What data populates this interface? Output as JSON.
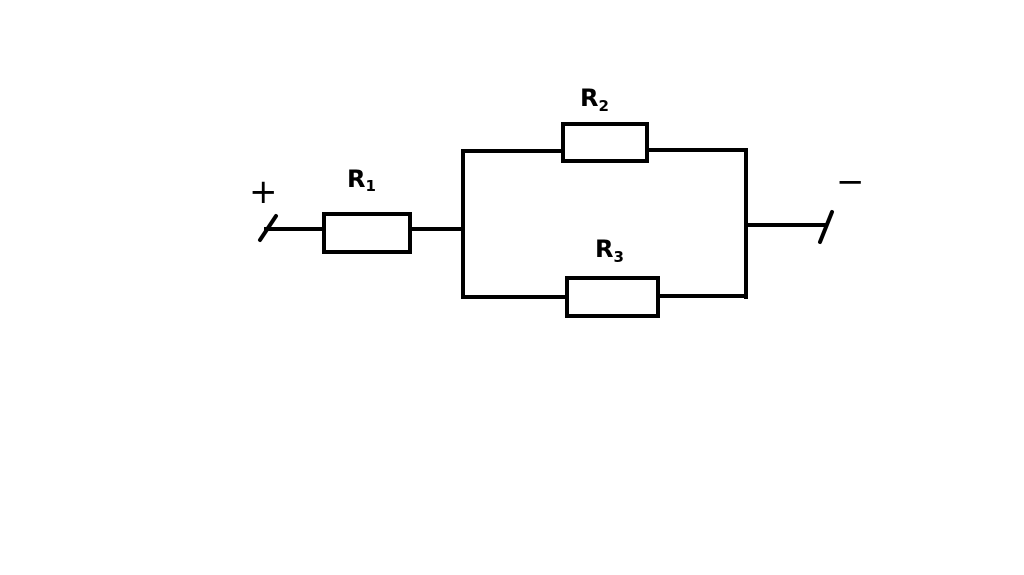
{
  "diagram": {
    "resistors": [
      {
        "letter": "R",
        "index": "1"
      },
      {
        "letter": "R",
        "index": "2"
      },
      {
        "letter": "R",
        "index": "3"
      }
    ],
    "terminals": {
      "positive": "+",
      "negative": "−"
    }
  }
}
